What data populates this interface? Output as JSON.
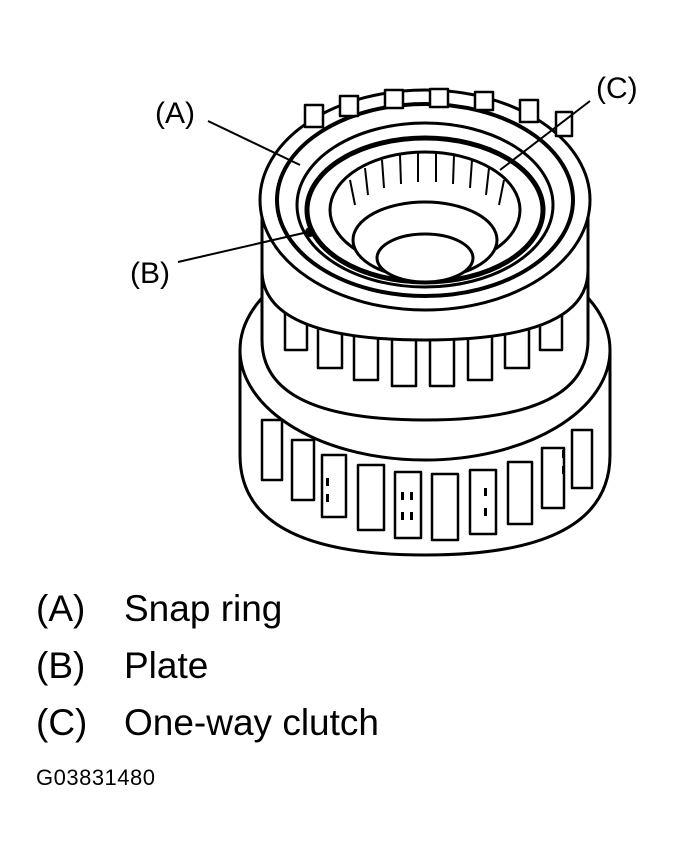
{
  "callouts": [
    {
      "id": "A",
      "text": "(A)"
    },
    {
      "id": "B",
      "text": "(B)"
    },
    {
      "id": "C",
      "text": "(C)"
    }
  ],
  "legend": [
    {
      "letter": "(A)",
      "description": "Snap ring"
    },
    {
      "letter": "(B)",
      "description": "Plate"
    },
    {
      "letter": "(C)",
      "description": "One-way clutch"
    }
  ],
  "figure_code": "G03831480"
}
